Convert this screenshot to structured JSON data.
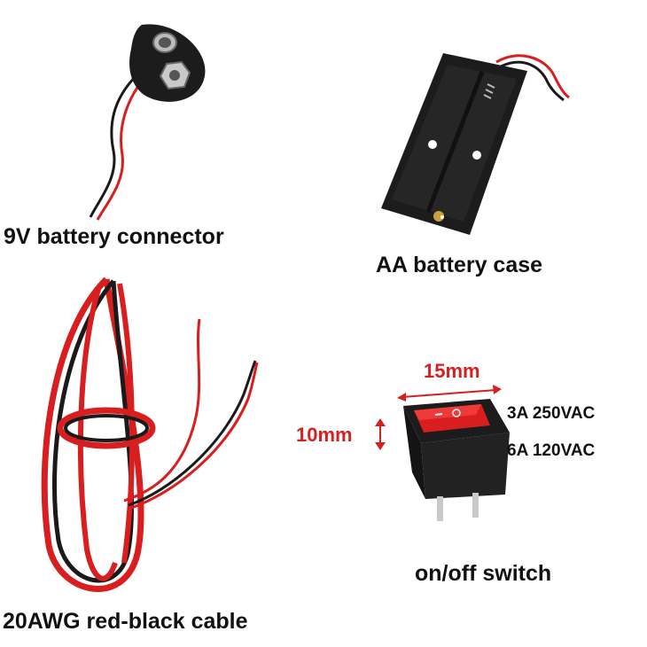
{
  "products": {
    "connector_9v": {
      "label": "9V battery connector",
      "icon": "battery-snap-connector"
    },
    "aa_case": {
      "label": "AA battery case",
      "icon": "aa-battery-holder"
    },
    "cable": {
      "label": "20AWG red-black cable",
      "icon": "coiled-cable"
    },
    "switch": {
      "label": "on/off switch",
      "icon": "rocker-switch",
      "width_dim": "15mm",
      "height_dim": "10mm",
      "rating_1": "3A 250VAC",
      "rating_2": "6A 120VAC"
    }
  },
  "colors": {
    "wire_red": "#d81e1e",
    "wire_black": "#1a1a1a",
    "dimension_red": "#d61f1f",
    "plastic_black": "#1c1c1c"
  }
}
